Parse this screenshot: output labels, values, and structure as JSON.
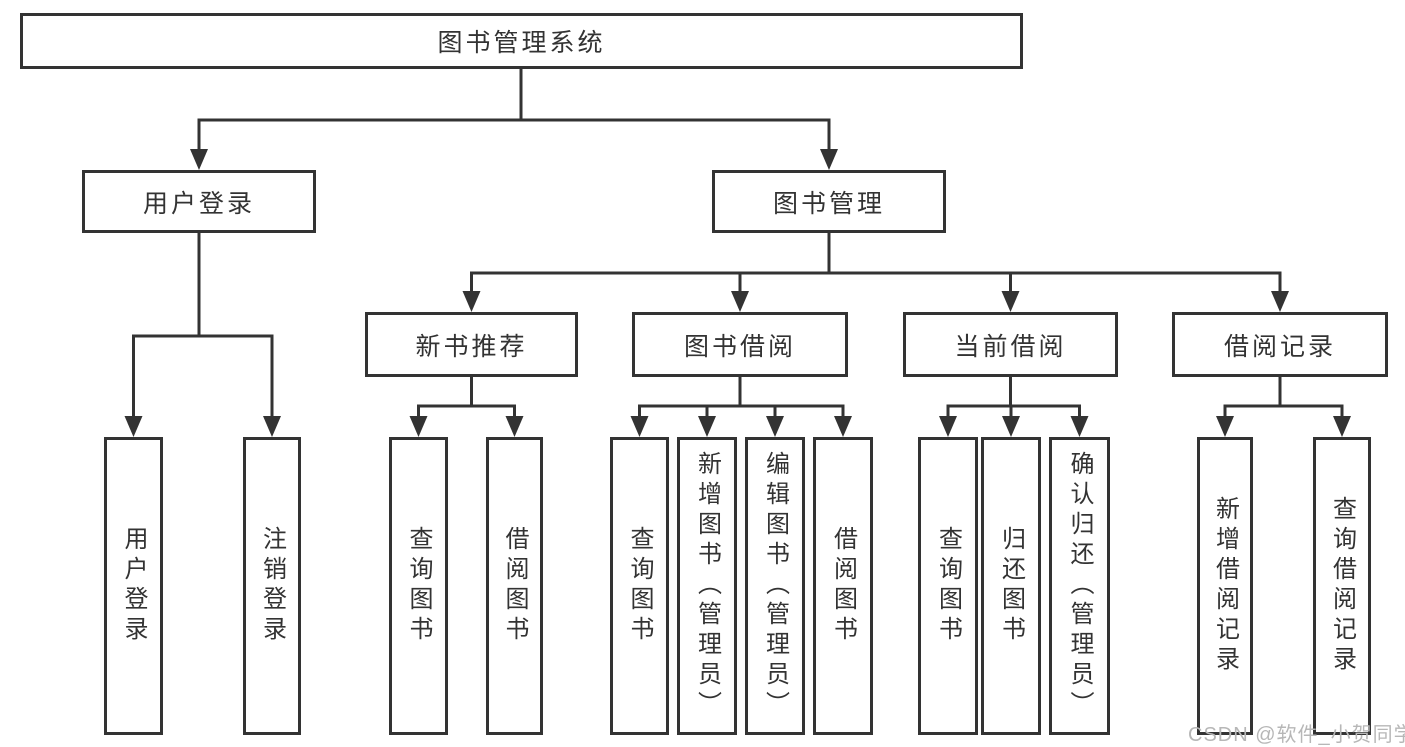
{
  "tree": {
    "root": "图书管理系统",
    "branches": [
      {
        "label": "用户登录",
        "children": [
          "用户登录",
          "注销登录"
        ]
      },
      {
        "label": "图书管理",
        "children": [
          {
            "label": "新书推荐",
            "children": [
              "查询图书",
              "借阅图书"
            ]
          },
          {
            "label": "图书借阅",
            "children": [
              "查询图书",
              "新增图书（管理员）",
              "编辑图书（管理员）",
              "借阅图书"
            ]
          },
          {
            "label": "当前借阅",
            "children": [
              "查询图书",
              "归还图书",
              "确认归还（管理员）"
            ]
          },
          {
            "label": "借阅记录",
            "children": [
              "新增借阅记录",
              "查询借阅记录"
            ]
          }
        ]
      }
    ]
  },
  "watermark": {
    "text": "CSDN @软件_小贺同学"
  },
  "colors": {
    "line": "#333333",
    "text": "#333333",
    "box_background": "#ffffff",
    "page_background": "#ffffff",
    "watermark": "#b7b7b7"
  }
}
